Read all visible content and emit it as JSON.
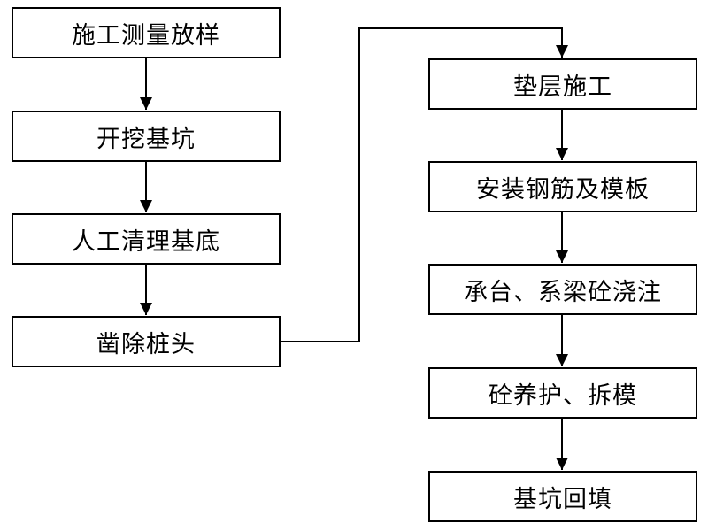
{
  "flowchart": {
    "steps": [
      {
        "id": 1,
        "label": "施工测量放样"
      },
      {
        "id": 2,
        "label": "开挖基坑"
      },
      {
        "id": 3,
        "label": "人工清理基底"
      },
      {
        "id": 4,
        "label": "凿除桩头"
      },
      {
        "id": 5,
        "label": "垫层施工"
      },
      {
        "id": 6,
        "label": "安装钢筋及模板"
      },
      {
        "id": 7,
        "label": "承台、系梁砼浇注"
      },
      {
        "id": 8,
        "label": "砼养护、拆模"
      },
      {
        "id": 9,
        "label": "基坑回填"
      }
    ],
    "connections": [
      {
        "from": 1,
        "to": 2
      },
      {
        "from": 2,
        "to": 3
      },
      {
        "from": 3,
        "to": 4
      },
      {
        "from": 4,
        "to": 5
      },
      {
        "from": 5,
        "to": 6
      },
      {
        "from": 6,
        "to": 7
      },
      {
        "from": 7,
        "to": 8
      },
      {
        "from": 8,
        "to": 9
      }
    ],
    "colors": {
      "line": "#000000",
      "box_border": "#000000",
      "box_fill": "#ffffff",
      "text": "#000000"
    }
  }
}
